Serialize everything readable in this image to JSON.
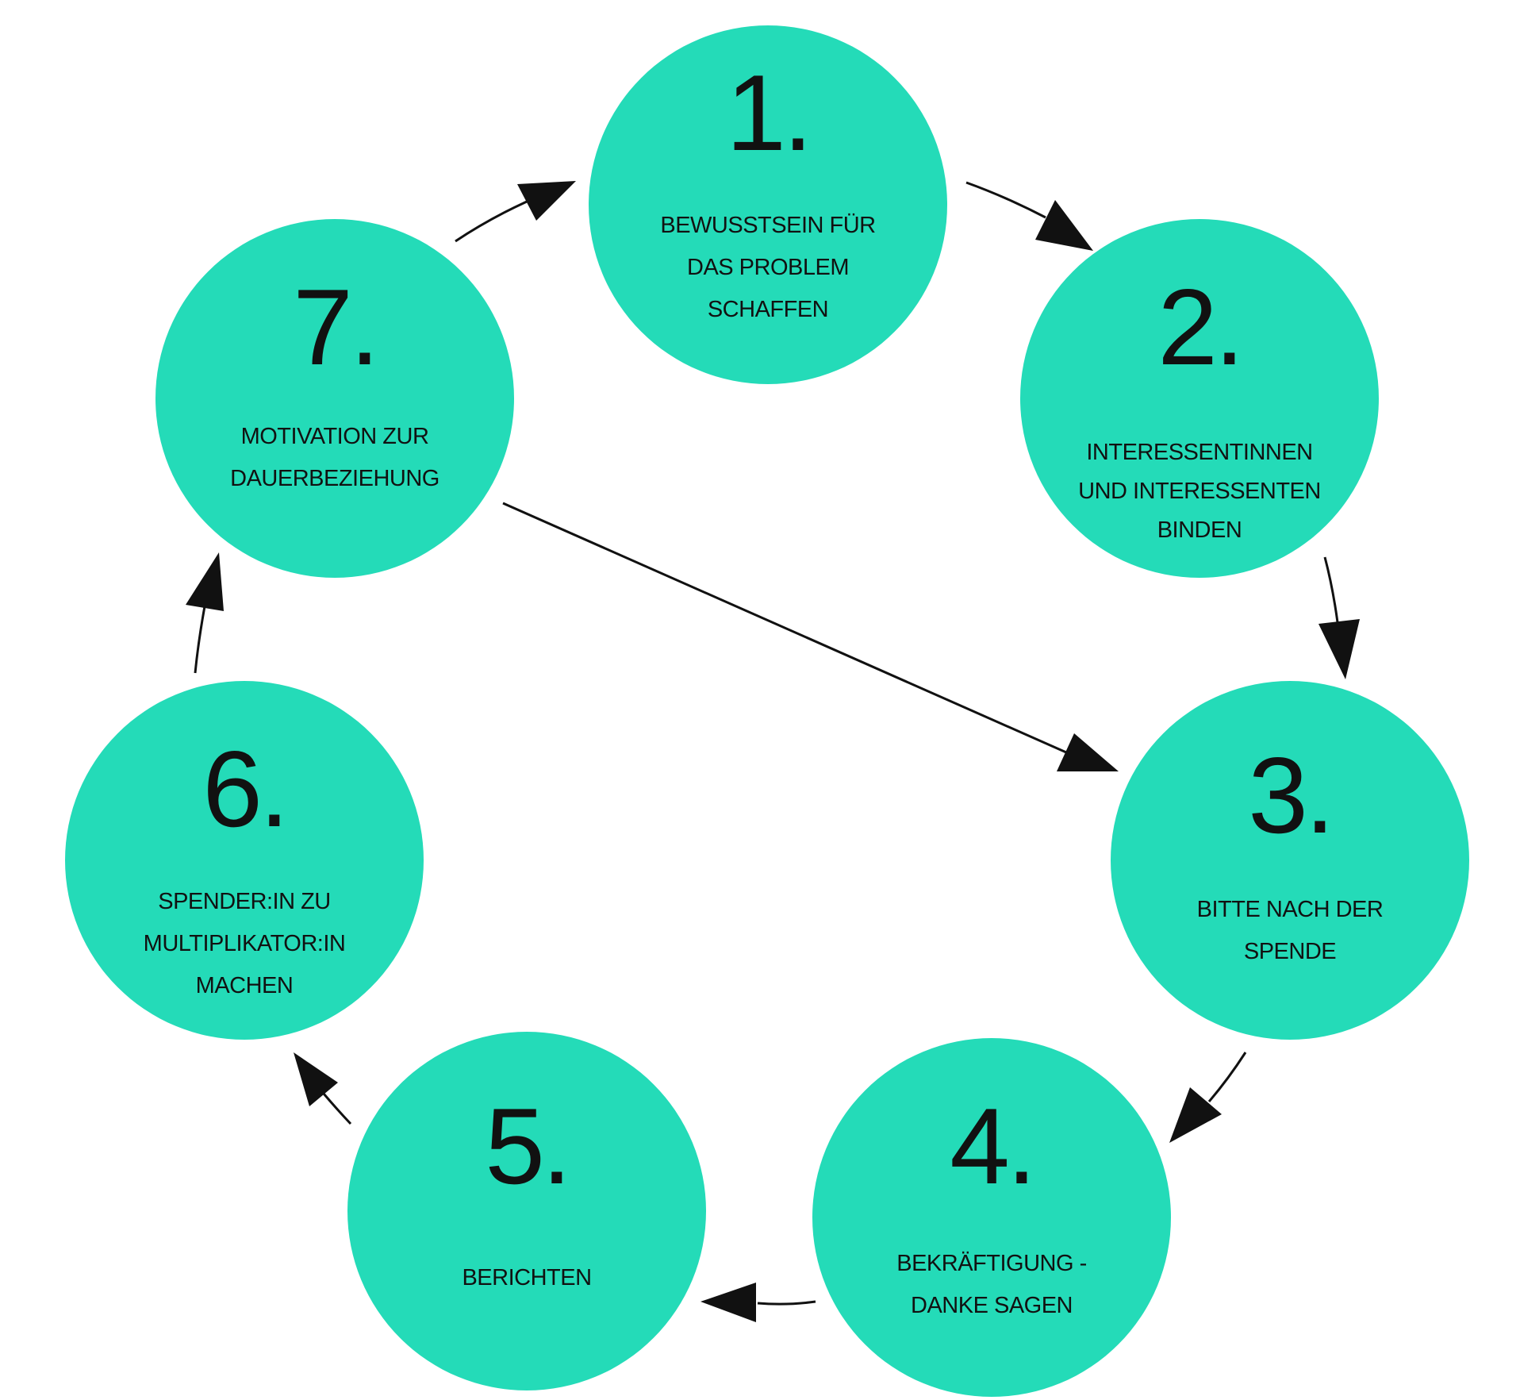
{
  "colors": {
    "circle": "#24dbb8",
    "text": "#111111",
    "arrow": "#111111"
  },
  "steps": [
    {
      "number": "1.",
      "label": [
        "BEWUSSTSEIN FÜR",
        "DAS PROBLEM",
        "SCHAFFEN"
      ]
    },
    {
      "number": "2.",
      "label": [
        "INTERESSENTINNEN",
        "UND INTERESSENTEN",
        "BINDEN"
      ]
    },
    {
      "number": "3.",
      "label": [
        "BITTE NACH DER",
        "SPENDE"
      ]
    },
    {
      "number": "4.",
      "label": [
        "BEKRÄFTIGUNG -",
        "DANKE SAGEN"
      ]
    },
    {
      "number": "5.",
      "label": [
        "BERICHTEN"
      ]
    },
    {
      "number": "6.",
      "label": [
        "SPENDER:IN ZU",
        "MULTIPLIKATOR:IN",
        "MACHEN"
      ]
    },
    {
      "number": "7.",
      "label": [
        "MOTIVATION ZUR",
        "DAUERBEZIEHUNG"
      ]
    }
  ],
  "connections": [
    {
      "from": "1.",
      "to": "2."
    },
    {
      "from": "2.",
      "to": "3."
    },
    {
      "from": "3.",
      "to": "4."
    },
    {
      "from": "4.",
      "to": "5."
    },
    {
      "from": "5.",
      "to": "6."
    },
    {
      "from": "6.",
      "to": "7."
    },
    {
      "from": "7.",
      "to": "1."
    },
    {
      "from": "7.",
      "to": "3."
    }
  ]
}
